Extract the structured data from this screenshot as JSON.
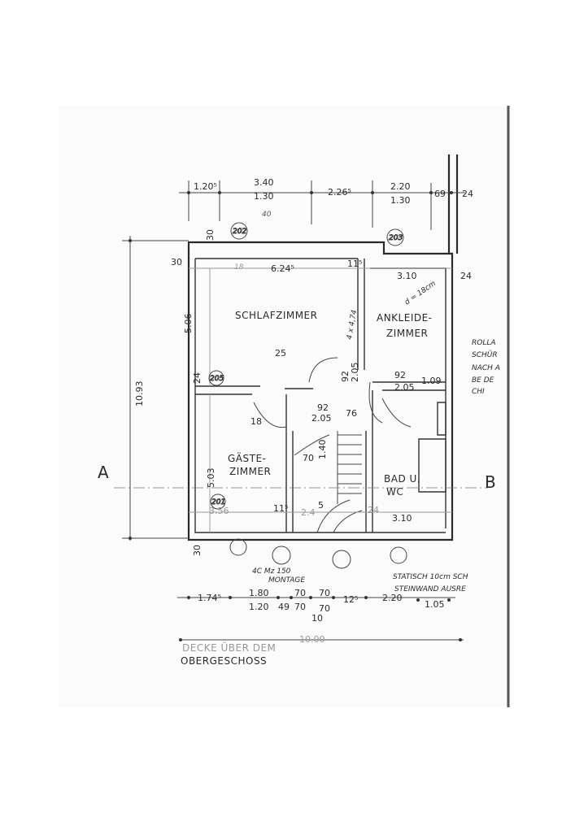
{
  "title": "OBERGESCHOSS",
  "note_title": "DECKE ÜBER DEM",
  "section_labels": {
    "left": "A",
    "right": "B"
  },
  "rooms": {
    "schlafzimmer": "SCHLAFZIMMER",
    "ankleide_1": "ANKLEIDE-",
    "ankleide_2": "ZIMMER",
    "gaeste_1": "GÄSTE-",
    "gaeste_2": "ZIMMER",
    "bad_1": "BAD U.",
    "bad_2": "WC"
  },
  "top_dimensions": {
    "d1": "1.20⁵",
    "d2_top": "3.40",
    "d2_bot": "1.30",
    "d3": "2.26⁵",
    "d4_top": "2.20",
    "d4_bot": "1.30",
    "d5": "69",
    "d6": "24",
    "d7": "40"
  },
  "left_dimensions": {
    "total": "10.93",
    "upper": "5.06",
    "lower": "5.03",
    "wall_top": "30",
    "wall_left": "30",
    "wall_bottom": "30",
    "mid": "24"
  },
  "inner_dimensions": {
    "schlaf_width": "6.24⁵",
    "wall1": "11⁵",
    "ankleide_width": "3.10",
    "ankleide_wall": "24",
    "d18_top": "18",
    "d25": "25",
    "d18": "18",
    "door1_top": "92",
    "door1_bot": "2.05",
    "d76": "76",
    "door2_top": "92",
    "door2_bot": "2.05",
    "d109": "1.09",
    "door3_top": "92",
    "door3_bot": "2.05",
    "d140": "1.40",
    "d70": "70",
    "gaeste_width": "3.56",
    "wall2": "11⁵",
    "stair_width": "2.4",
    "d5": "5",
    "d24": "24",
    "bad_width": "3.10"
  },
  "bottom_dimensions": {
    "d1": "1.74⁵",
    "d2_top": "1.80",
    "d2_bot": "1.20",
    "d3": "49",
    "d4_top": "70",
    "d4_bot": "70",
    "d5_top": "70",
    "d5_bot": "70",
    "d6": "12⁵",
    "d7": "2.20",
    "d8": "1.05",
    "d9": "10",
    "total": "10.00"
  },
  "handwritten": {
    "thickness": "d = 18cm",
    "ceiling_note": "4 x 4,74",
    "window_note_1": "4C Mz 150",
    "window_note_2": "MONTAGE",
    "static_1": "STATISCH 10cm SCH",
    "static_2": "STEINWAND AUSRE",
    "side_1": "ROLLA",
    "side_2": "SCHÜR",
    "side_3": "NACH A",
    "side_4": "BE DE",
    "side_5": "CHI"
  },
  "window_marks": [
    "202",
    "203",
    "205",
    "201"
  ]
}
